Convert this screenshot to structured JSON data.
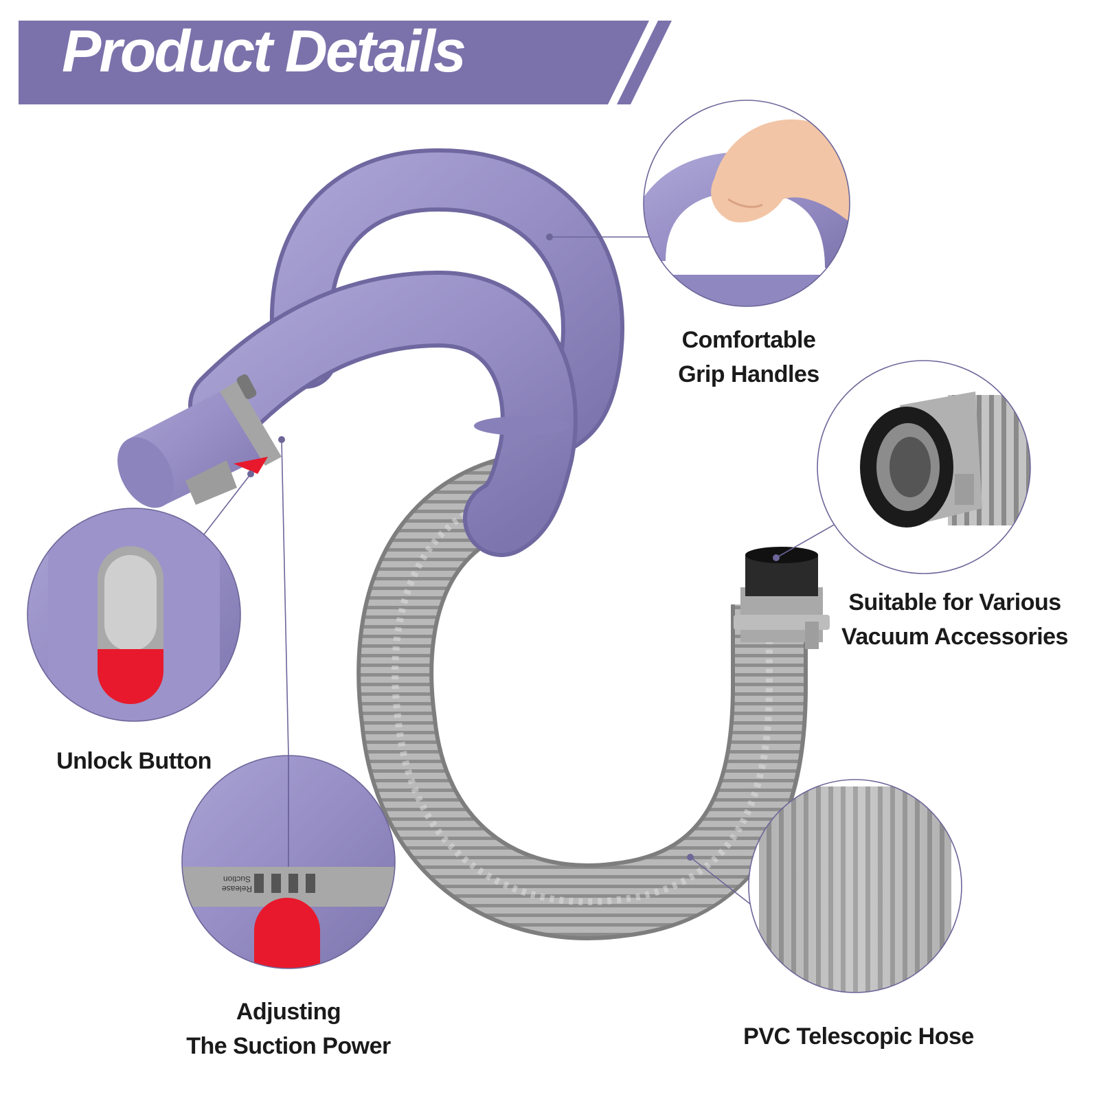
{
  "header": {
    "title": "Product Details"
  },
  "colors": {
    "banner": "#7b72ab",
    "purple": "#9a92c8",
    "purple_dark": "#7c74ad",
    "hose_grey": "#b5b5b5",
    "red": "#e8192c",
    "line": "#6c6699"
  },
  "features": [
    {
      "lines": [
        "Comfortable",
        "Grip Handles"
      ],
      "icon": "hand-grip-icon"
    },
    {
      "lines": [
        "Suitable for Various",
        "Vacuum Accessories"
      ],
      "icon": "connector-icon"
    },
    {
      "lines": [
        "Unlock Button"
      ],
      "icon": "unlock-button-icon"
    },
    {
      "lines": [
        "Adjusting",
        "The Suction Power"
      ],
      "icon": "suction-release-icon"
    },
    {
      "lines": [
        "PVC Telescopic Hose"
      ],
      "icon": "hose-icon"
    }
  ],
  "detail_text": {
    "suction": "Suction",
    "release": "Release"
  }
}
